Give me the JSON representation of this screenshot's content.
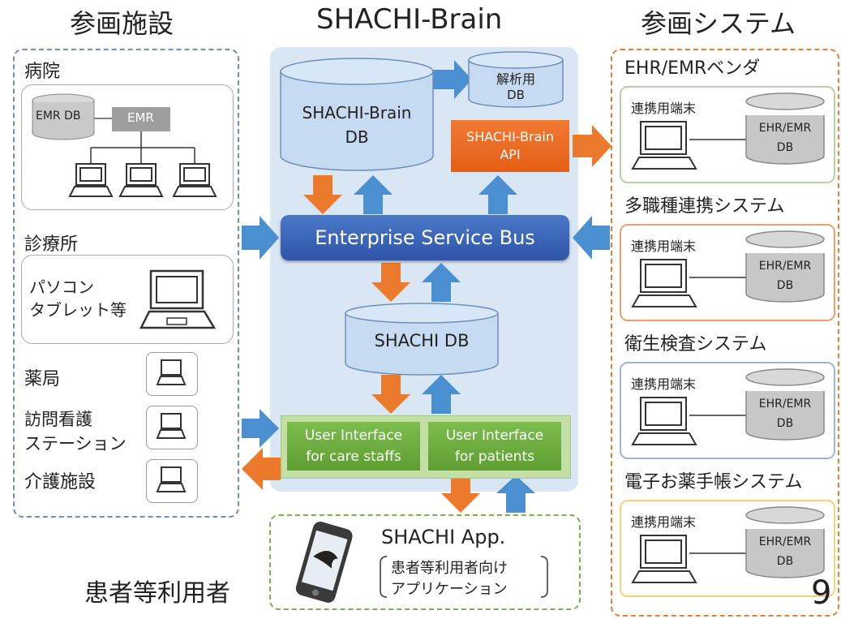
{
  "headers": {
    "left": "参画施設",
    "center": "SHACHI-Brain",
    "right": "参画システム"
  },
  "left": {
    "hospital": {
      "label": "病院",
      "emr_db": "EMR DB",
      "emr": "EMR"
    },
    "clinic": {
      "label": "診療所",
      "device_line1": "パソコン",
      "device_line2": "タブレット等"
    },
    "pharmacy": {
      "label": "薬局"
    },
    "visiting_nurse": {
      "line1": "訪問看護",
      "line2": "ステーション"
    },
    "care_facility": {
      "label": "介護施設"
    }
  },
  "center": {
    "brain_db_line1": "SHACHI-Brain",
    "brain_db_line2": "DB",
    "analysis_db_line1": "解析用",
    "analysis_db_line2": "DB",
    "api_line1": "SHACHI-Brain",
    "api_line2": "API",
    "esb": "Enterprise Service Bus",
    "shachi_db": "SHACHI DB",
    "ui_staff_line1": "User Interface",
    "ui_staff_line2": "for care staffs",
    "ui_patient_line1": "User Interface",
    "ui_patient_line2": "for patients"
  },
  "right": {
    "systems": [
      {
        "label": "EHR/EMRベンダ",
        "terminal": "連携用端末",
        "db_line1": "EHR/EMR",
        "db_line2": "DB",
        "border": "#b7cfa6"
      },
      {
        "label": "多職種連携システム",
        "terminal": "連携用端末",
        "db_line1": "EHR/EMR",
        "db_line2": "DB",
        "border": "#e8a070"
      },
      {
        "label": "衛生検査システム",
        "terminal": "連携用端末",
        "db_line1": "EHR/EMR",
        "db_line2": "DB",
        "border": "#9fb4d6"
      },
      {
        "label": "電子お薬手帳システム",
        "terminal": "連携用端末",
        "db_line1": "EHR/EMR",
        "db_line2": "DB",
        "border": "#f2d27a"
      }
    ]
  },
  "app": {
    "title": "SHACHI App.",
    "desc_line1": "患者等利用者向け",
    "desc_line2": "アプリケーション"
  },
  "patients_label": "患者等利用者",
  "page_number": "9",
  "colors": {
    "blue_arrow": "#4a8fd0",
    "orange_arrow": "#ec7a2c",
    "esb": "#2f55a8",
    "ui_green": "#6aab3e"
  }
}
